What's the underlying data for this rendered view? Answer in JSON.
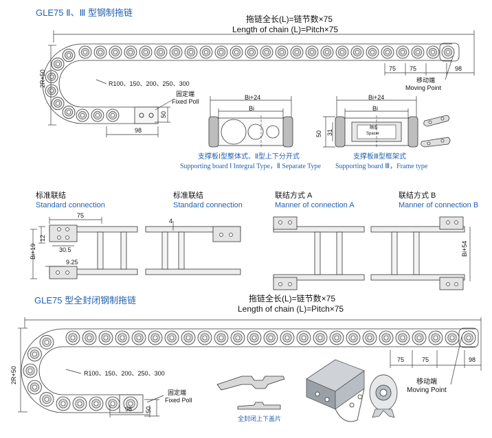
{
  "top": {
    "title": "GLE75 Ⅱ、Ⅲ 型钢制拖链",
    "formula_cn": "拖链全长(L)=链节数×75",
    "formula_en": "Length of chain (L)=Pitch×75",
    "pitch_1": "75",
    "pitch_2": "75",
    "end_len": "98",
    "moving_cn": "移动端",
    "moving_en": "Moving Point",
    "height_dim": "2R+50",
    "radius": "R100、150、200、250、300",
    "fixed_cn": "固定端",
    "fixed_en": "Fixed Poll",
    "fixed_h": "50",
    "fixed_w": "98"
  },
  "section_i": {
    "width_outer": "Bi+24",
    "width_inner": "Bi",
    "caption_cn": "支撑板Ⅰ型整体式、Ⅱ型上下分开式",
    "caption_en": "Supporting board Ⅰ Integral Type，Ⅱ Separate Type"
  },
  "section_iii": {
    "width_outer": "Bi+24",
    "width_inner": "Bi",
    "h_outer": "50",
    "h_inner": "31",
    "spacer_cn": "隔条",
    "spacer_en": "Spacer",
    "caption_cn": "支撑板Ⅲ型框架式",
    "caption_en": "Supporting board Ⅲ，Frame type"
  },
  "connections": [
    {
      "cn": "标准联结",
      "en": "Standard connection"
    },
    {
      "cn": "标准联结",
      "en": "Standard connection"
    },
    {
      "cn": "联结方式 A",
      "en": "Manner of connection A"
    },
    {
      "cn": "联结方式 B",
      "en": "Manner of connection B"
    }
  ],
  "conn_dims": {
    "d75": "75",
    "d12": "12",
    "d30_5": "30.5",
    "d9_25": "9.25",
    "bi19": "Bi+19",
    "d4": "4",
    "bi54": "Bi+54"
  },
  "bottom": {
    "title": "GLE75 型全封闭钢制拖链",
    "formula_cn": "拖链全长(L)=链节数×75",
    "formula_en": "Length of chain (L)=Pitch×75",
    "pitch_1": "75",
    "pitch_2": "75",
    "end_len": "98",
    "moving_cn": "移动端",
    "moving_en": "Moving Point",
    "height_dim": "2R+50",
    "radius": "R100、150、200、250、300",
    "fixed_cn": "固定端",
    "fixed_en": "Fixed Poll",
    "fixed_h": "50",
    "fixed_w": "98",
    "cover_caption": "全封闭上下盖片"
  },
  "colors": {
    "text_blue": "#2060b0",
    "line": "#333333",
    "plate_fill": "#e4e4e4",
    "link_fill": "#f2f2f2"
  }
}
